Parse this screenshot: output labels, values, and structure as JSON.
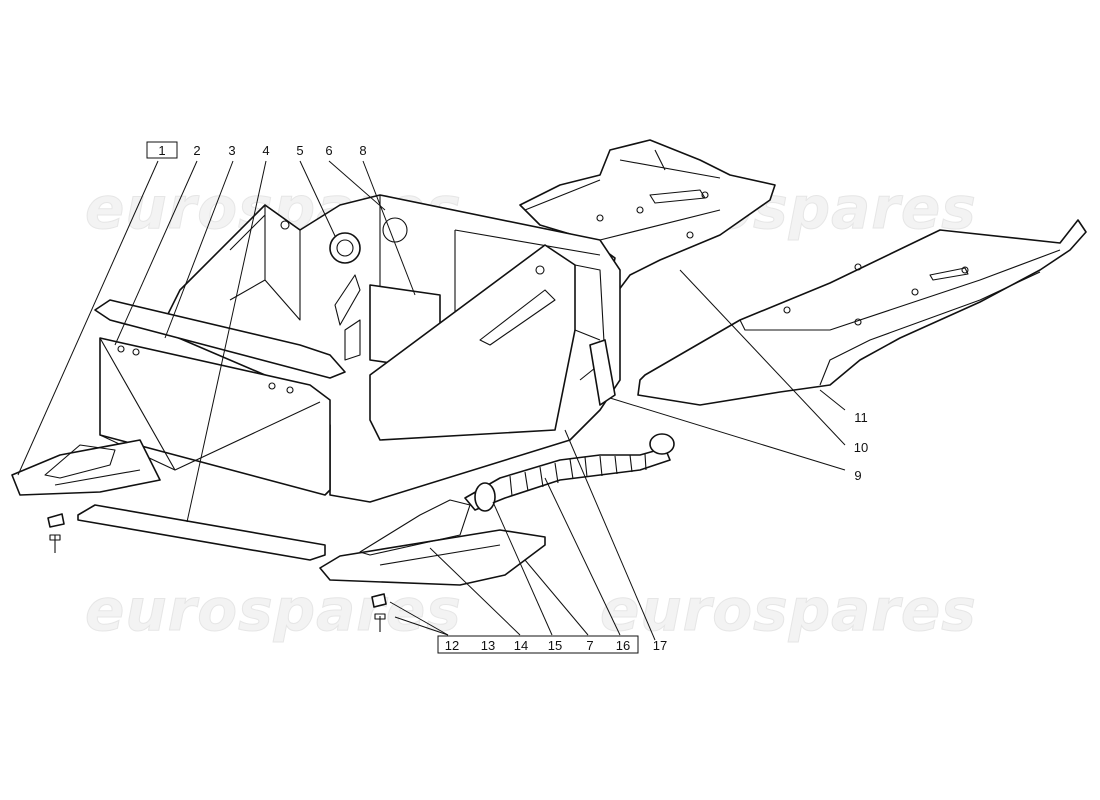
{
  "watermark": {
    "text": "eurospares"
  },
  "callouts": [
    {
      "id": "c1",
      "label": "1",
      "boxed": true
    },
    {
      "id": "c2",
      "label": "2"
    },
    {
      "id": "c3",
      "label": "3"
    },
    {
      "id": "c4",
      "label": "4"
    },
    {
      "id": "c5",
      "label": "5"
    },
    {
      "id": "c6",
      "label": "6"
    },
    {
      "id": "c8",
      "label": "8"
    },
    {
      "id": "c9",
      "label": "9"
    },
    {
      "id": "c10",
      "label": "10"
    },
    {
      "id": "c11",
      "label": "11"
    },
    {
      "id": "c17",
      "label": "17"
    }
  ],
  "bottom_group": {
    "boxed": true,
    "labels": [
      "12",
      "13",
      "14",
      "15",
      "7",
      "16"
    ]
  },
  "colors": {
    "line": "#111111",
    "background": "#ffffff",
    "watermark": "#e6e6e6"
  }
}
